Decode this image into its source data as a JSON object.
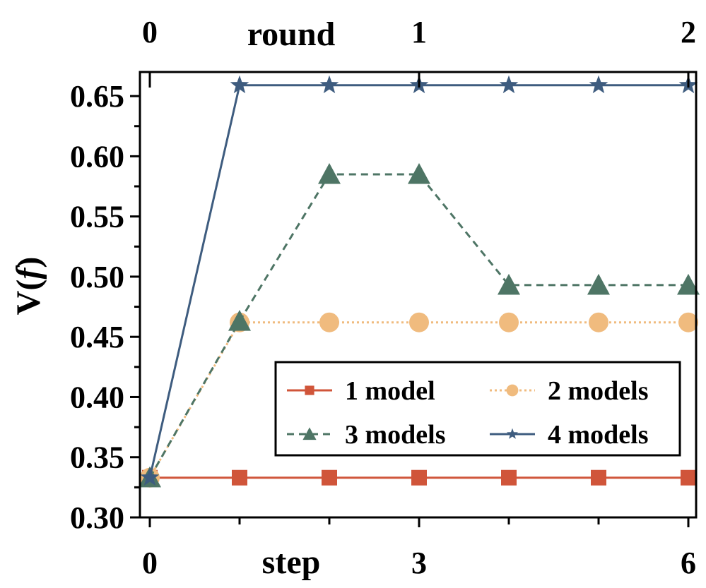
{
  "chart_data": {
    "type": "line",
    "xlabel": "step",
    "x2label": "round",
    "ylabel": "V(",
    "ylabel_italic": "f",
    "ylabel_close": ")",
    "xlim": [
      0,
      6
    ],
    "ylim": [
      0.3,
      0.67
    ],
    "xticks": [
      0,
      3,
      6
    ],
    "xtick_labels": [
      "0",
      "3",
      "6"
    ],
    "x2ticks": [
      0,
      3,
      6
    ],
    "x2tick_labels": [
      "0",
      "1",
      "2"
    ],
    "yticks": [
      0.3,
      0.35,
      0.4,
      0.45,
      0.5,
      0.55,
      0.6,
      0.65
    ],
    "ytick_labels": [
      "0.30",
      "0.35",
      "0.40",
      "0.45",
      "0.50",
      "0.55",
      "0.60",
      "0.65"
    ],
    "grid": false,
    "legend_position": "lower-right",
    "x": [
      0,
      1,
      2,
      3,
      4,
      5,
      6
    ],
    "series": [
      {
        "name": "1 model",
        "values": [
          0.333,
          0.333,
          0.333,
          0.333,
          0.333,
          0.333,
          0.333
        ],
        "color": "#d0553a",
        "marker": "square",
        "dash": "solid"
      },
      {
        "name": "2 models",
        "values": [
          0.333,
          0.462,
          0.462,
          0.462,
          0.462,
          0.462,
          0.462
        ],
        "color": "#f0bb7e",
        "marker": "circle",
        "dash": "dotted"
      },
      {
        "name": "3 models",
        "values": [
          0.333,
          0.463,
          0.585,
          0.585,
          0.493,
          0.493,
          0.493
        ],
        "color": "#4e7565",
        "marker": "triangle",
        "dash": "dashed"
      },
      {
        "name": "4 models",
        "values": [
          0.333,
          0.659,
          0.659,
          0.659,
          0.659,
          0.659,
          0.659
        ],
        "color": "#3e5c7f",
        "marker": "star",
        "dash": "solid"
      }
    ]
  }
}
